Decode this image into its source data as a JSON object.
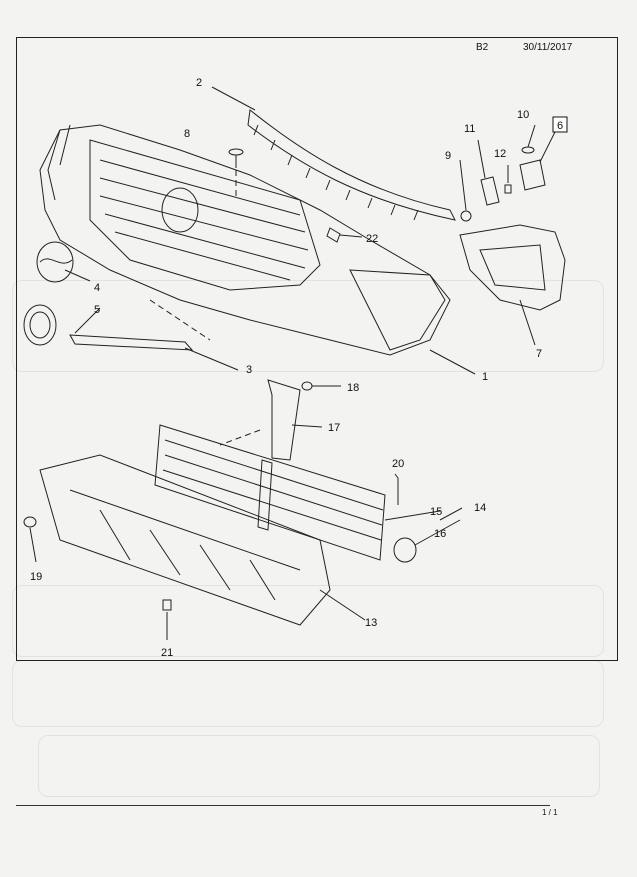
{
  "header": {
    "code": "B2",
    "date": "30/11/2017"
  },
  "footer": {
    "page": "1 / 1"
  },
  "callouts": [
    "1",
    "2",
    "3",
    "4",
    "5",
    "6",
    "7",
    "8",
    "9",
    "10",
    "11",
    "12",
    "13",
    "14",
    "15",
    "16",
    "17",
    "18",
    "19",
    "20",
    "21",
    "22"
  ],
  "colors": {
    "ink": "#111111",
    "paper": "#f3f3f1"
  }
}
